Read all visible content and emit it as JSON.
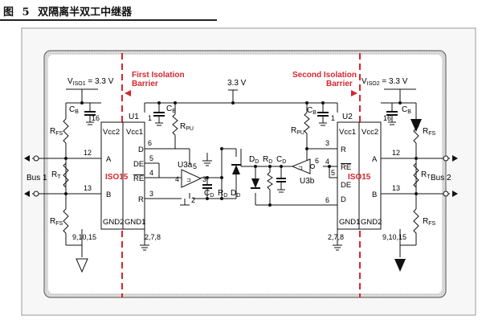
{
  "caption": {
    "figure_label": "图",
    "figure_number": "5",
    "title": "双隔离半双工中继器"
  },
  "barriers": {
    "first": {
      "line1": "First Isolation",
      "line2": "Barrier"
    },
    "second": {
      "line1": "Second Isolation",
      "line2": "Barrier"
    }
  },
  "supplies": {
    "viso1": {
      "v": "V",
      "sub": "ISO1",
      "eq": " = 3.3 V"
    },
    "viso2": {
      "v": "V",
      "sub": "ISO2",
      "eq": " = 3.3 V"
    },
    "center": "3.3 V"
  },
  "chips": {
    "u1": {
      "ref": "U1",
      "part": "ISO15",
      "vcc2": "Vcc2",
      "vcc1": "Vcc1",
      "a": "A",
      "b": "B",
      "d": "D",
      "de": "DE",
      "re": "RE",
      "r": "R",
      "gnd2": "GND2",
      "gnd1": "GND1"
    },
    "u2": {
      "ref": "U2",
      "part": "ISO15",
      "vcc1": "Vcc1",
      "vcc2": "Vcc2",
      "r": "R",
      "re": "RE",
      "de": "DE",
      "d": "D",
      "a": "A",
      "b": "B",
      "gnd1": "GND1",
      "gnd2": "GND2"
    }
  },
  "pins": {
    "u1_vcc2": "16",
    "u1_a": "12",
    "u1_b": "13",
    "u1_gnd2": "9,10,15",
    "u1_vcc1": "1",
    "u1_d": "6",
    "u1_de": "5",
    "u1_re": "4",
    "u1_r": "3",
    "u1_gnd1": "2,7,8",
    "u2_vcc1": "1",
    "u2_r": "3",
    "u2_re": "4",
    "u2_de": "5",
    "u2_d": "6",
    "u2_gnd1": "2,7,8",
    "u2_vcc2": "16",
    "u2_a": "12",
    "u2_b": "13",
    "u2_gnd2": "9,10,15",
    "u3a_in": "4",
    "u3a_out": "5",
    "u3a_top": "3",
    "u3a_bot": "2",
    "u3b_out": "6"
  },
  "components": {
    "cb": {
      "main": "C",
      "sub": "B"
    },
    "rpu": {
      "main": "R",
      "sub": "PU"
    },
    "rfs": {
      "main": "R",
      "sub": "FS"
    },
    "rt": {
      "main": "R",
      "sub": "T"
    },
    "cd": {
      "main": "C",
      "sub": "D"
    },
    "rd": {
      "main": "R",
      "sub": "D"
    },
    "dd": {
      "main": "D",
      "sub": "D"
    },
    "u3a": "U3a",
    "u3b": "U3b"
  },
  "buses": {
    "bus1": "Bus 1",
    "bus2": "Bus 2"
  },
  "colors": {
    "barrier": "#d6262f",
    "wire": "#111111",
    "panel": "#d8d8d8",
    "frame": "#f7f7f7"
  }
}
